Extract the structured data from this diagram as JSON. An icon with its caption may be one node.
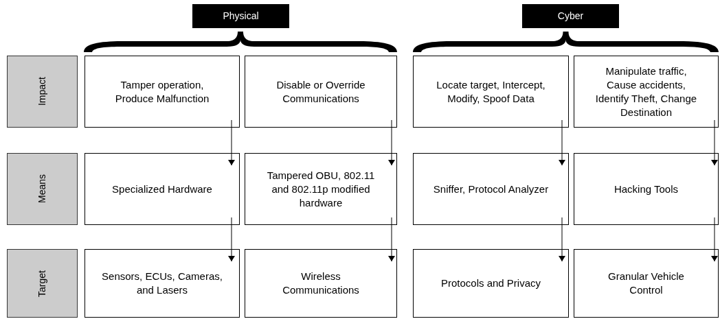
{
  "diagram": {
    "nodes": [
      {
        "text": [
          "Physical"
        ]
      },
      {
        "text": [
          "Cyber"
        ]
      },
      {
        "text": [
          "Impact"
        ]
      },
      {
        "text": [
          "Means"
        ]
      },
      {
        "text": [
          "Target"
        ]
      },
      {
        "text": [
          "Tamper operation, Produce Malfunction"
        ]
      },
      {
        "text": [
          "Disable or Override Communications"
        ]
      },
      {
        "text": [
          "Locate target, Intercept, Modify, Spoof Data"
        ]
      },
      {
        "text": [
          "Manipulate traffic, Cause accidents, Identify Theft, Change Destination"
        ]
      },
      {
        "text": [
          "Specialized Hardware"
        ]
      },
      {
        "text": [
          "Tampered OBU, 802.11 and 802.11p modified hardware"
        ]
      },
      {
        "text": [
          "Sniffer, Protocol Analyzer"
        ]
      },
      {
        "text": [
          "Hacking Tools"
        ]
      },
      {
        "text": [
          "Sensors, ECUs, Cameras, and Lasers"
        ]
      },
      {
        "text": [
          "Wireless Communications"
        ]
      },
      {
        "text": [
          "Protocols and Privacy"
        ]
      },
      {
        "text": [
          "Granular Vehicle Control"
        ]
      },
      {
        "text": [],
        "shape": "bracket"
      },
      {
        "text": [],
        "shape": "bracket"
      }
    ],
    "edges": [
      {
        "from": 5,
        "to": 9,
        "arrow": "to"
      },
      {
        "from": 9,
        "to": 13,
        "arrow": "to"
      },
      {
        "from": 6,
        "to": 10,
        "arrow": "to"
      },
      {
        "from": 10,
        "to": 14,
        "arrow": "to"
      },
      {
        "from": 7,
        "to": 11,
        "arrow": "to"
      },
      {
        "from": 11,
        "to": 15,
        "arrow": "to"
      },
      {
        "from": 8,
        "to": 12,
        "arrow": "to"
      },
      {
        "from": 12,
        "to": 16,
        "arrow": "to"
      }
    ]
  }
}
